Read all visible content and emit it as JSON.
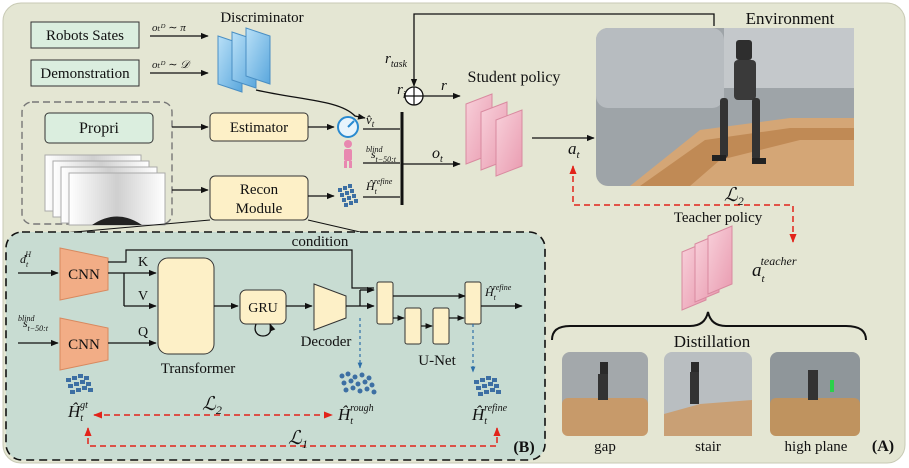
{
  "colors": {
    "panel_a": "#e4e6d3",
    "panel_b": "#c8dcd2",
    "box_green": "#dbeedf",
    "box_cream": "#fdf0c7",
    "cnn_orange": "#f2ad86",
    "pink": "#f0b4c4",
    "blue": "#8ec6ec",
    "loss_red": "#e2231a",
    "dashed_blue": "#2d6fa8"
  },
  "top": {
    "robots_states": "Robots Sates",
    "demonstration": "Demonstration",
    "robots_states_sample": "oₜᴰ ∼ π",
    "demonstration_sample": "oₜᴰ ∼ 𝒟",
    "discriminator": "Discriminator",
    "environment": "Environment",
    "r_task": "r",
    "r_task_sub": "task",
    "r_i": "r",
    "r_i_sub": "i",
    "r": "r",
    "student_policy": "Student policy",
    "propri": "Propri",
    "estimator": "Estimator",
    "v_hat": "v̂",
    "v_hat_sub": "t",
    "s_blind": "s",
    "s_blind_sub": "t−50:t",
    "s_blind_sup": "blind",
    "h_refine": "Ĥ",
    "h_refine_sub": "t",
    "h_refine_sup": "refine",
    "o_t": "o",
    "o_t_sub": "t",
    "recon_module_line1": "Recon",
    "recon_module_line2": "Module",
    "a_t": "a",
    "a_t_sub": "t",
    "l2": "ℒ",
    "l2_sub": "2",
    "teacher_policy": "Teacher policy",
    "a_teacher": "a",
    "a_teacher_sub": "t",
    "a_teacher_sup": "teacher",
    "distillation": "Distillation",
    "terrains": [
      "gap",
      "stair",
      "high plane"
    ],
    "panel_a_tag": "(A)"
  },
  "recon": {
    "condition": "condition",
    "d_t": "d",
    "d_t_sub": "t",
    "d_t_sup": "H",
    "s_in": "s",
    "s_in_sub": "t−50:t",
    "s_in_sup": "blind",
    "cnn": "CNN",
    "k": "K",
    "v": "V",
    "q": "Q",
    "transformer": "Transformer",
    "gru": "GRU",
    "decoder": "Decoder",
    "unet": "U-Net",
    "h_refine_out": "Ĥ",
    "h_refine_out_sub": "t",
    "h_refine_out_sup": "refine",
    "h_gt": "Ĥ",
    "h_gt_sub": "t",
    "h_gt_sup": "gt",
    "h_rough": "Ĥ",
    "h_rough_sub": "t",
    "h_rough_sup": "rough",
    "h_refine_bottom": "Ĥ",
    "h_refine_bottom_sub": "t",
    "h_refine_bottom_sup": "refine",
    "l2": "ℒ",
    "l2_sub": "2",
    "l1": "ℒ",
    "l1_sub": "1",
    "panel_b_tag": "(B)"
  }
}
